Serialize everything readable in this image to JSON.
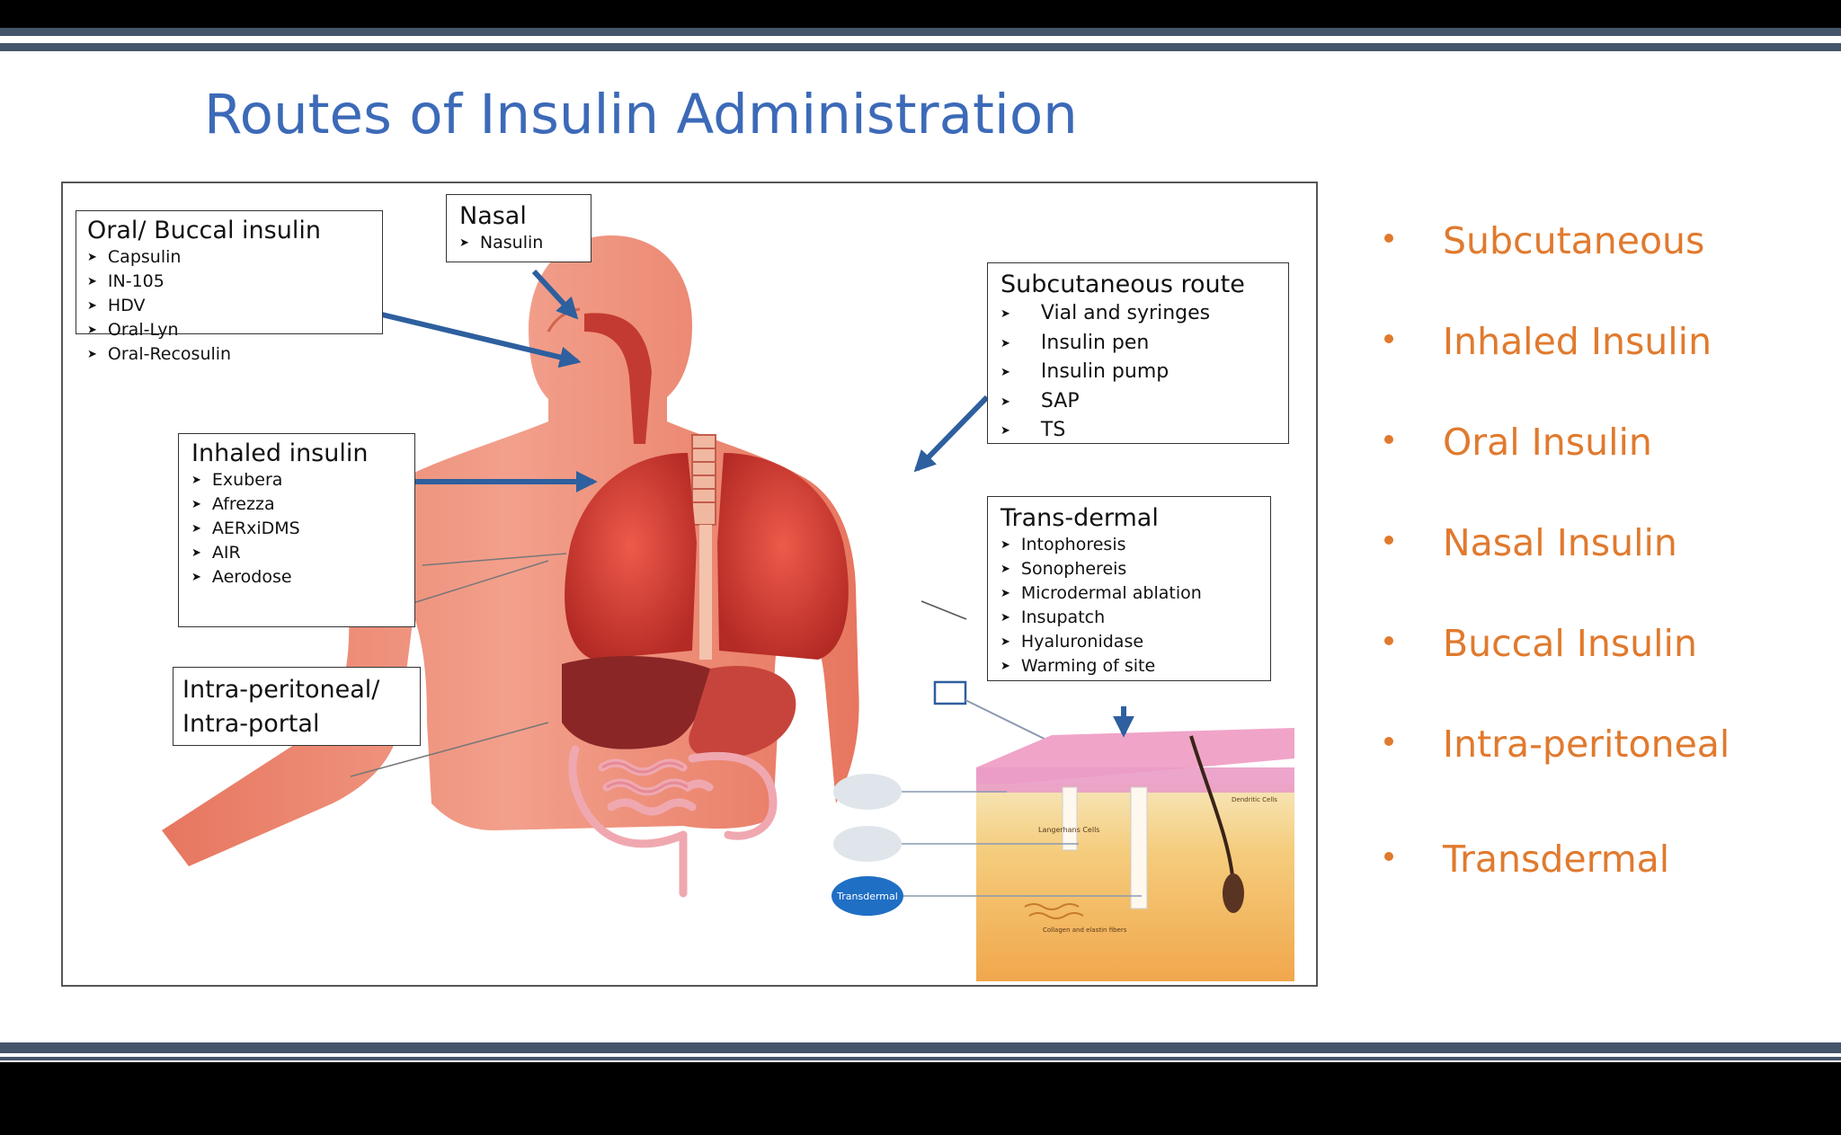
{
  "slide": {
    "title": "Routes of Insulin Administration"
  },
  "diagram": {
    "oral_buccal": {
      "title": "Oral/ Buccal insulin",
      "items": [
        "Capsulin",
        "IN-105",
        "HDV",
        "Oral-Lyn",
        "Oral-Recosulin"
      ]
    },
    "nasal": {
      "title": "Nasal",
      "items": [
        "Nasulin"
      ]
    },
    "subcutaneous": {
      "title": "Subcutaneous  route",
      "items": [
        "Vial and syringes",
        "Insulin pen",
        "Insulin pump",
        "SAP",
        "TS"
      ]
    },
    "inhaled": {
      "title": "Inhaled insulin",
      "items": [
        "Exubera",
        "Afrezza",
        "AERxiDMS",
        "AIR",
        "Aerodose"
      ]
    },
    "transdermal": {
      "title": "Trans-dermal",
      "items": [
        "Intophoresis",
        "Sonophereis",
        "Microdermal ablation",
        "Insupatch",
        "Hyaluronidase",
        "Warming of site"
      ]
    },
    "intraperitoneal": {
      "line1": "Intra-peritoneal/",
      "line2": "Intra-portal"
    },
    "skin_labels": {
      "transdermal_pill": "Transdermal",
      "langerhans": "Langerhans Cells",
      "dendritic": "Dendritic Cells",
      "collagen": "Collagen and elastin fibers"
    }
  },
  "bullets": [
    "Subcutaneous",
    "Inhaled Insulin",
    "Oral Insulin",
    "Nasal Insulin",
    "Buccal Insulin",
    "Intra-peritoneal",
    "Transdermal"
  ],
  "colors": {
    "title": "#3c6ab8",
    "bullet_text": "#e07a2e",
    "arrow": "#2e5f9e",
    "bars": "#44546a",
    "body_skin": "#ec8c78"
  }
}
